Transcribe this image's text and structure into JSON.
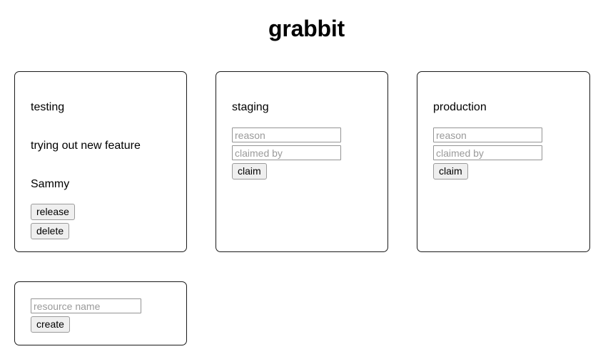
{
  "app": {
    "title": "grabbit"
  },
  "resources": [
    {
      "name": "testing",
      "state": "claimed",
      "reason": "trying out new feature",
      "claimant": "Sammy",
      "release_label": "release",
      "delete_label": "delete"
    },
    {
      "name": "staging",
      "state": "free",
      "reason_placeholder": "reason",
      "claimed_by_placeholder": "claimed by",
      "reason_value": "",
      "claimed_by_value": "",
      "claim_label": "claim"
    },
    {
      "name": "production",
      "state": "free",
      "reason_placeholder": "reason",
      "claimed_by_placeholder": "claimed by",
      "reason_value": "",
      "claimed_by_value": "",
      "claim_label": "claim"
    }
  ],
  "create_form": {
    "resource_name_placeholder": "resource name",
    "resource_name_value": "",
    "create_label": "create"
  },
  "colors": {
    "page_background": "#ffffff",
    "card_border": "#1a1a1a",
    "text": "#000000",
    "placeholder": "#9a9a9a",
    "button_face": "#efefef",
    "button_border": "#9a9a9a",
    "input_border": "#949494"
  }
}
